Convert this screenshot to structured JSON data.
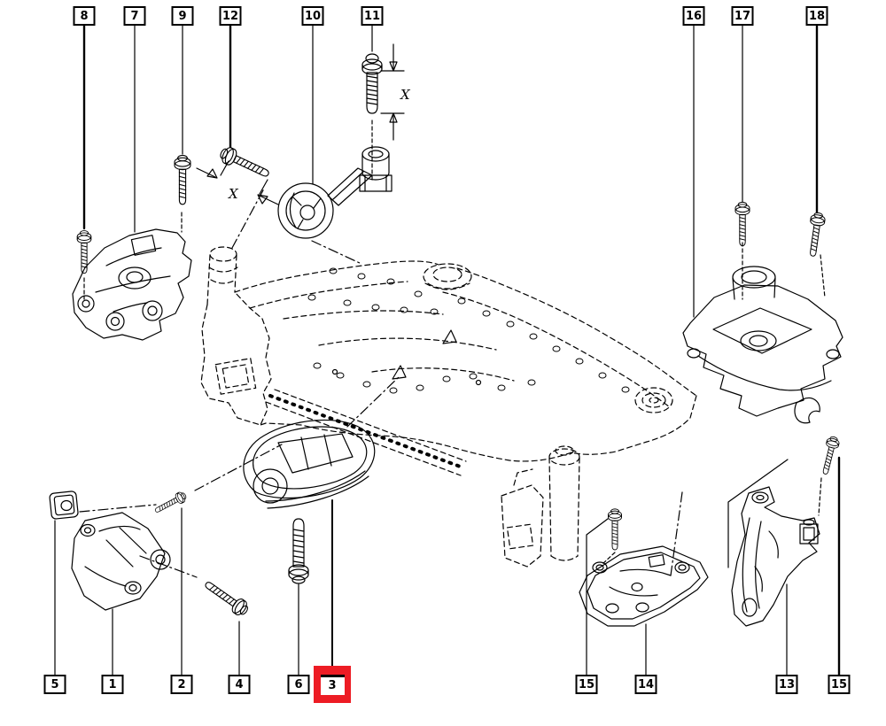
{
  "diagram": {
    "type": "exploded-parts-diagram",
    "subject": "engine-mounts-and-front-subframe",
    "background_color": "#ffffff",
    "line_color": "#000000",
    "highlight_color": "#ed1c24",
    "dimension_label": "X"
  },
  "callouts": {
    "top": [
      {
        "label": "8"
      },
      {
        "label": "7"
      },
      {
        "label": "9"
      },
      {
        "label": "12"
      },
      {
        "label": "10"
      },
      {
        "label": "11"
      },
      {
        "label": "16"
      },
      {
        "label": "17"
      },
      {
        "label": "18"
      }
    ],
    "bottom": [
      {
        "label": "5"
      },
      {
        "label": "1"
      },
      {
        "label": "2"
      },
      {
        "label": "4"
      },
      {
        "label": "6"
      },
      {
        "label": "3",
        "highlighted": true
      },
      {
        "label": "15"
      },
      {
        "label": "14"
      },
      {
        "label": "13"
      },
      {
        "label": "15"
      }
    ]
  }
}
